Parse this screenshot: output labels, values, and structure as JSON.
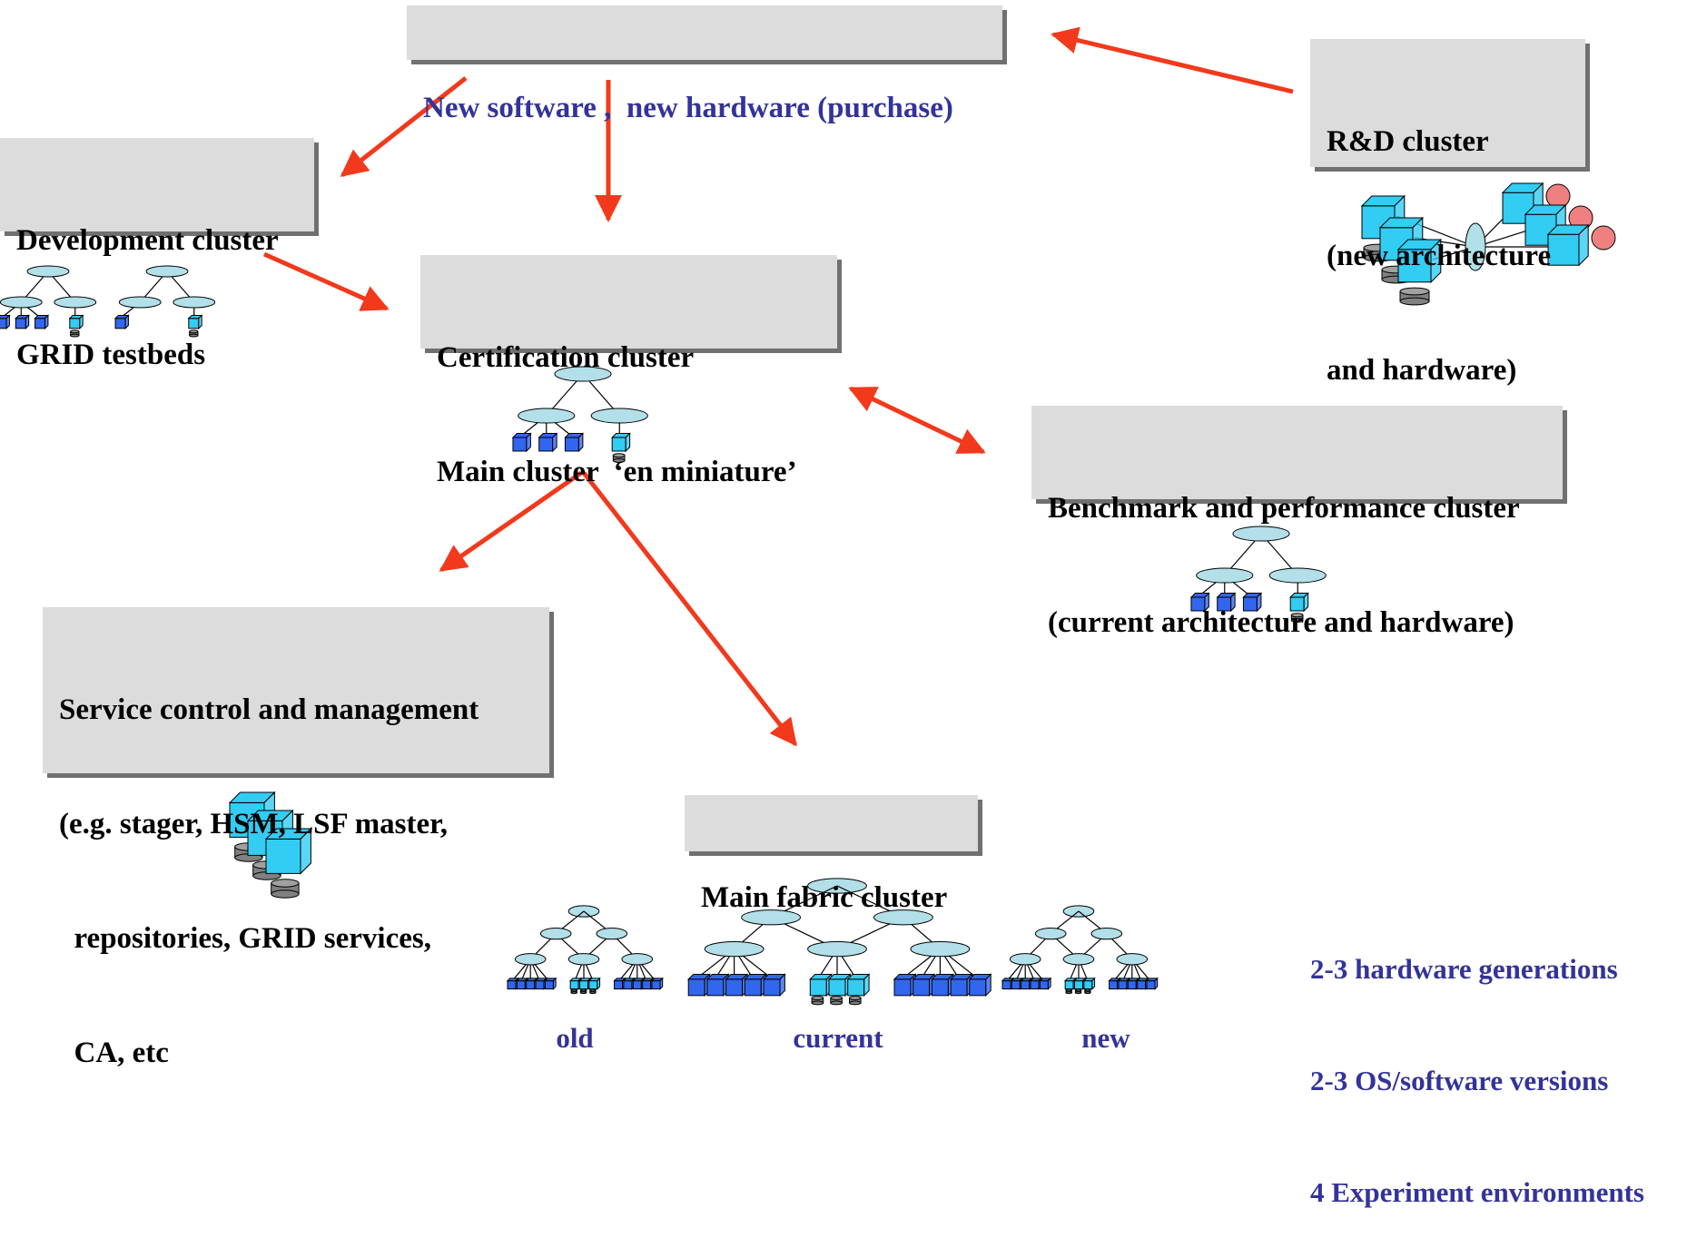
{
  "boxes": {
    "new_purchase": "New software ,  new hardware (purchase)",
    "rnd": [
      "R&D cluster",
      "(new architecture",
      "and hardware)"
    ],
    "development": [
      "Development cluster",
      "GRID testbeds"
    ],
    "certification": [
      "Certification cluster",
      "Main cluster  ‘en miniature’"
    ],
    "benchmark": [
      "Benchmark and performance cluster",
      "(current architecture and hardware)"
    ],
    "service": [
      "Service control and management",
      "(e.g. stager, HSM, LSF master,",
      "  repositories, GRID services,",
      "  CA, etc"
    ],
    "main_fabric": "Main fabric cluster"
  },
  "notes": [
    "2-3 hardware generations",
    "2-3 OS/software versions",
    "4 Experiment environments"
  ],
  "generations": [
    "old",
    "current",
    "new"
  ],
  "colors": {
    "arrow": "#f2391c",
    "box_fill": "#dcdcdc",
    "box_shadow": "#707070",
    "label_blue": "#33339a",
    "node_cyan": "#33ccf2",
    "node_blue": "#3366ee",
    "router": "#b2dfe8",
    "disk": "#808080",
    "tape_pink": "#f08080"
  },
  "icons": [
    "cluster-tree-icon",
    "server-stack-icon",
    "rnd-cluster-icon"
  ]
}
